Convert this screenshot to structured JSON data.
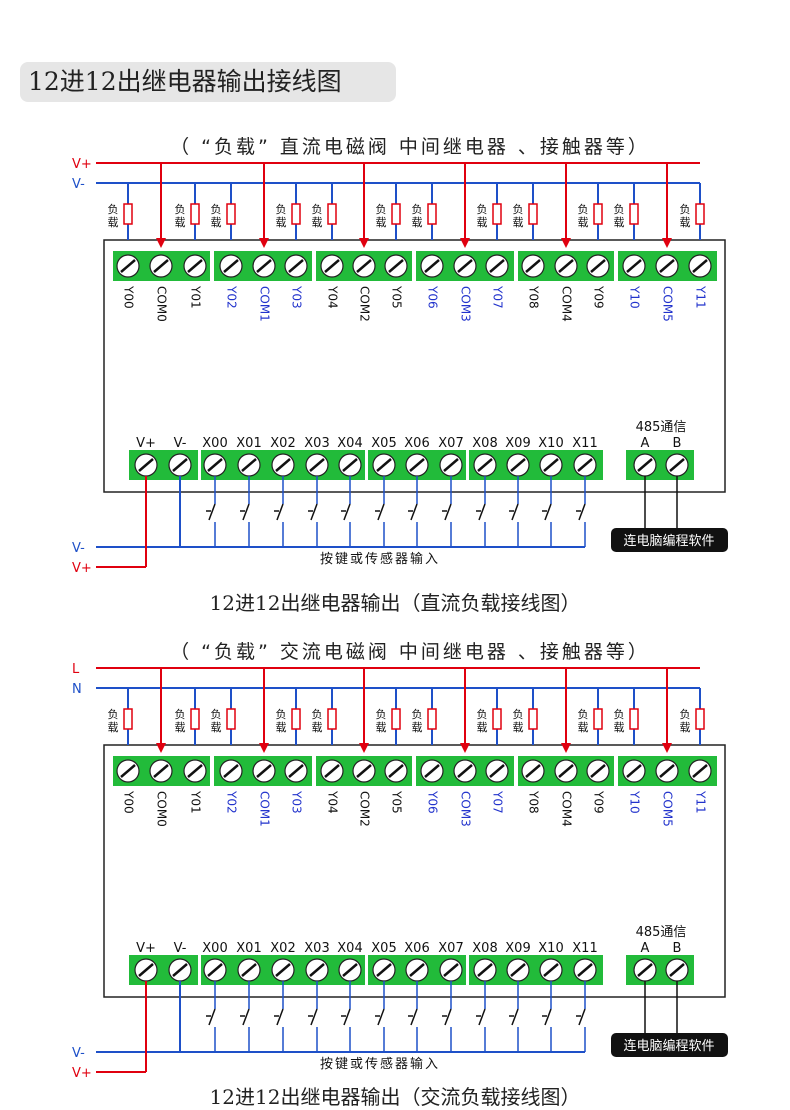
{
  "title": "12进12出继电器输出接线图",
  "colors": {
    "red": "#e0000f",
    "blue": "#1e50c8",
    "terminal_green": "#22bb3a",
    "label_blue": "#2233cc",
    "dark": "#111111"
  },
  "outputs": [
    {
      "label": "Y00",
      "color": "dark"
    },
    {
      "label": "COM0",
      "color": "dark"
    },
    {
      "label": "Y01",
      "color": "dark"
    },
    {
      "label": "Y02",
      "color": "blue"
    },
    {
      "label": "COM1",
      "color": "blue"
    },
    {
      "label": "Y03",
      "color": "blue"
    },
    {
      "label": "Y04",
      "color": "dark"
    },
    {
      "label": "COM2",
      "color": "dark"
    },
    {
      "label": "Y05",
      "color": "dark"
    },
    {
      "label": "Y06",
      "color": "blue"
    },
    {
      "label": "COM3",
      "color": "blue"
    },
    {
      "label": "Y07",
      "color": "blue"
    },
    {
      "label": "Y08",
      "color": "dark"
    },
    {
      "label": "COM4",
      "color": "dark"
    },
    {
      "label": "Y09",
      "color": "dark"
    },
    {
      "label": "Y10",
      "color": "blue"
    },
    {
      "label": "COM5",
      "color": "blue"
    },
    {
      "label": "Y11",
      "color": "blue"
    }
  ],
  "inputs": [
    "V+",
    "V-",
    "X00",
    "X01",
    "X02",
    "X03",
    "X04",
    "X05",
    "X06",
    "X07",
    "X08",
    "X09",
    "X10",
    "X11"
  ],
  "load_label": "负载",
  "comm": {
    "title": "485通信",
    "labels": [
      "A",
      "B"
    ],
    "button": "连电脑编程软件"
  },
  "input_label": "按键或传感器输入",
  "input_power": [
    "V-",
    "V+"
  ],
  "diagrams": [
    {
      "id": "dc",
      "top_note": "（ “负载” 直流电磁阀  中间继电器 、接触器等）",
      "supply": [
        "V+",
        "V-"
      ],
      "caption": "12进12出继电器输出（直流负载接线图）"
    },
    {
      "id": "ac",
      "top_note": "（ “负载” 交流电磁阀  中间继电器 、接触器等）",
      "supply": [
        "L",
        "N"
      ],
      "caption": "12进12出继电器输出（交流负载接线图）"
    }
  ]
}
